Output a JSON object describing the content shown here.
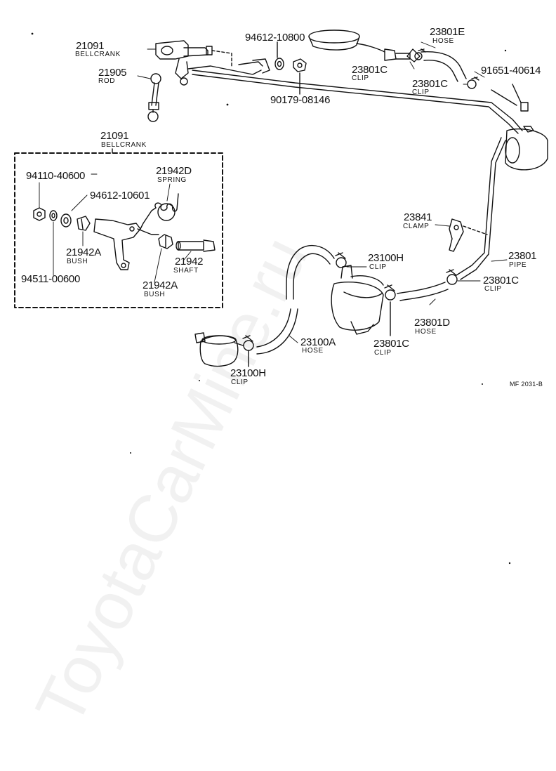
{
  "watermark": "ToyotaCarMine.ru",
  "diagram_code": "MF 2031-B",
  "parts": [
    {
      "id": "bellcrank_top",
      "number": "21091",
      "name": "BELLCRANK"
    },
    {
      "id": "rod",
      "number": "21905",
      "name": "ROD"
    },
    {
      "id": "washer_top",
      "number": "94612-10800",
      "name": ""
    },
    {
      "id": "nut_top",
      "number": "90179-08146",
      "name": ""
    },
    {
      "id": "hose_e",
      "number": "23801E",
      "name": "HOSE"
    },
    {
      "id": "clip_c1",
      "number": "23801C",
      "name": "CLIP"
    },
    {
      "id": "bolt_91651",
      "number": "91651-40614",
      "name": ""
    },
    {
      "id": "clip_c2",
      "number": "23801C",
      "name": "CLIP"
    },
    {
      "id": "bellcrank_inset",
      "number": "21091",
      "name": "BELLCRANK"
    },
    {
      "id": "nut_94110",
      "number": "94110-40600",
      "name": ""
    },
    {
      "id": "washer_94612",
      "number": "94612-10601",
      "name": ""
    },
    {
      "id": "spring",
      "number": "21942D",
      "name": "SPRING"
    },
    {
      "id": "bush_a1",
      "number": "21942A",
      "name": "BUSH"
    },
    {
      "id": "shaft",
      "number": "21942",
      "name": "SHAFT"
    },
    {
      "id": "washer_94511",
      "number": "94511-00600",
      "name": ""
    },
    {
      "id": "bush_a2",
      "number": "21942A",
      "name": "BUSH"
    },
    {
      "id": "clamp",
      "number": "23841",
      "name": "CLAMP"
    },
    {
      "id": "clip_h1",
      "number": "23100H",
      "name": "CLIP"
    },
    {
      "id": "pipe",
      "number": "23801",
      "name": "PIPE"
    },
    {
      "id": "clip_c3",
      "number": "23801C",
      "name": "CLIP"
    },
    {
      "id": "hose_d",
      "number": "23801D",
      "name": "HOSE"
    },
    {
      "id": "hose_a",
      "number": "23100A",
      "name": "HOSE"
    },
    {
      "id": "clip_c4",
      "number": "23801C",
      "name": "CLIP"
    },
    {
      "id": "clip_h2",
      "number": "23100H",
      "name": "CLIP"
    }
  ]
}
